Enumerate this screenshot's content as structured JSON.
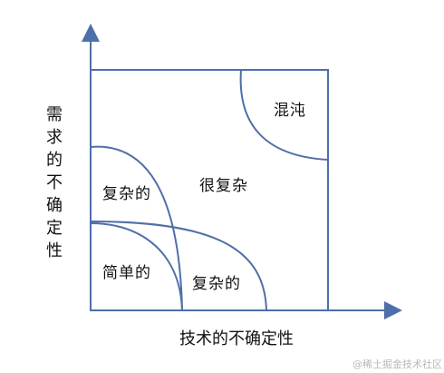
{
  "axes": {
    "x_label": "技术的不确定性",
    "y_label": "需求的不确定性"
  },
  "regions": {
    "chaotic": "混沌",
    "very_complex": "很复杂",
    "complex_top": "复杂的",
    "simple": "简单的",
    "complex_right": "复杂的"
  },
  "watermark": "@稀土掘金技术社区",
  "colors": {
    "line": "#4f6fa8"
  }
}
